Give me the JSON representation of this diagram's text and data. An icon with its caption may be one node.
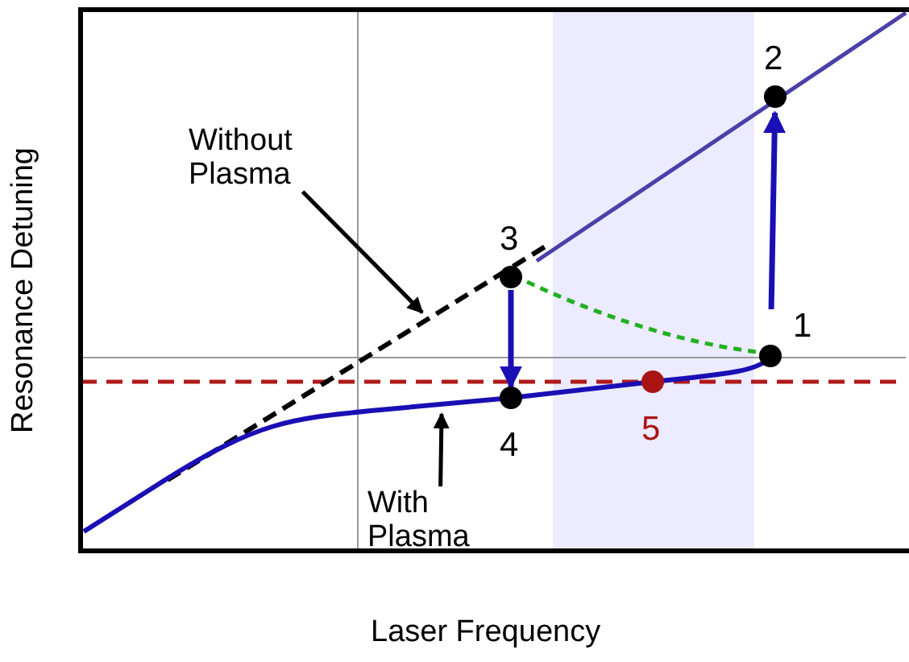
{
  "diagram": {
    "nodes": [
      {
        "text": [
          "2"
        ]
      },
      {
        "text": [
          "Without Plasma"
        ]
      },
      {
        "text": [
          "3"
        ]
      },
      {
        "text": [
          "1"
        ]
      },
      {
        "text": [
          "4"
        ]
      },
      {
        "text": [
          "5"
        ]
      },
      {
        "text": [
          "With Plasma"
        ]
      }
    ],
    "edges": [
      {
        "from": 3,
        "to": 0,
        "arrow": "to",
        "color": "#1a0fb4"
      },
      {
        "from": 2,
        "to": 4,
        "arrow": "to",
        "color": "#1a0fb4"
      },
      {
        "from": 2,
        "to": 3,
        "arrow": "none",
        "style": "dashed",
        "color": "#22b022"
      },
      {
        "from": 1,
        "to": null,
        "arrow": "to",
        "color": "#000000"
      },
      {
        "from": 6,
        "to": null,
        "arrow": "to",
        "color": "#000000"
      }
    ],
    "labels": [
      "Resonance Detuning",
      "Laser Frequency"
    ]
  }
}
